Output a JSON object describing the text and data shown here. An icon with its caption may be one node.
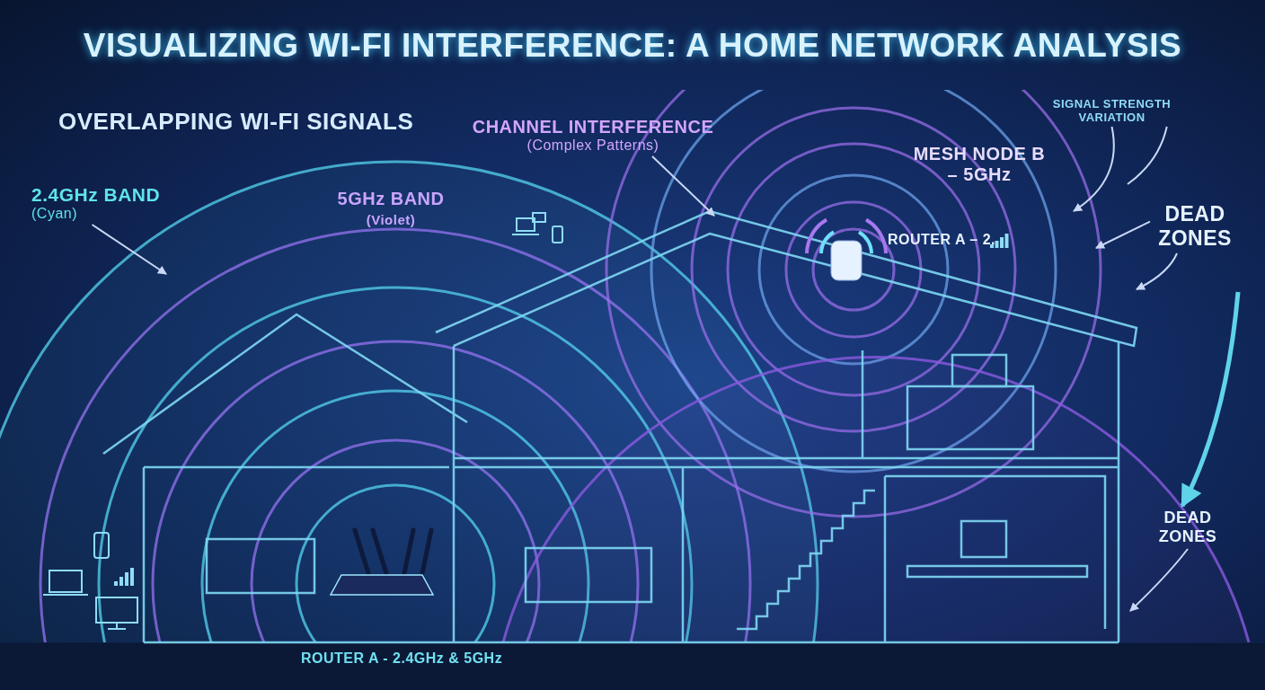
{
  "diagram": {
    "title": "VISUALIZING WI-FI INTERFERENCE: A HOME NETWORK ANALYSIS",
    "nodes": [
      {
        "text": [
          "2.4GHz BAND",
          "(Cyan)"
        ]
      },
      {
        "text": [
          "CHANNEL INTERFERENCE",
          "(Complex Patterns)"
        ]
      },
      {
        "text": [
          "SIGNAL STRENGTH VARIATION"
        ]
      },
      {
        "text": [
          "DEAD ZONES"
        ]
      },
      {
        "text": [
          "DEAD ZONES"
        ]
      }
    ],
    "edges": [
      {
        "from": 0,
        "to": null,
        "arrow": "to"
      },
      {
        "from": 1,
        "to": null,
        "arrow": "to"
      },
      {
        "from": 2,
        "to": null,
        "arrow": "to"
      },
      {
        "from": 2,
        "to": null,
        "arrow": "none"
      },
      {
        "from": 3,
        "to": null,
        "arrow": "to"
      },
      {
        "from": 3,
        "to": null,
        "arrow": "to"
      },
      {
        "from": null,
        "to": 4,
        "arrow": "to",
        "style": "thick",
        "color": "#5fd3ea"
      },
      {
        "from": 4,
        "to": null,
        "arrow": "to"
      }
    ],
    "labels": [
      "OVERLAPPING WI-FI SIGNALS",
      "5GHz BAND",
      "(Violet)",
      "MESH NODE B – 5GHz",
      "ROUTER A – 2.",
      "ROUTER A - 2.4GHz & 5GHz"
    ]
  }
}
